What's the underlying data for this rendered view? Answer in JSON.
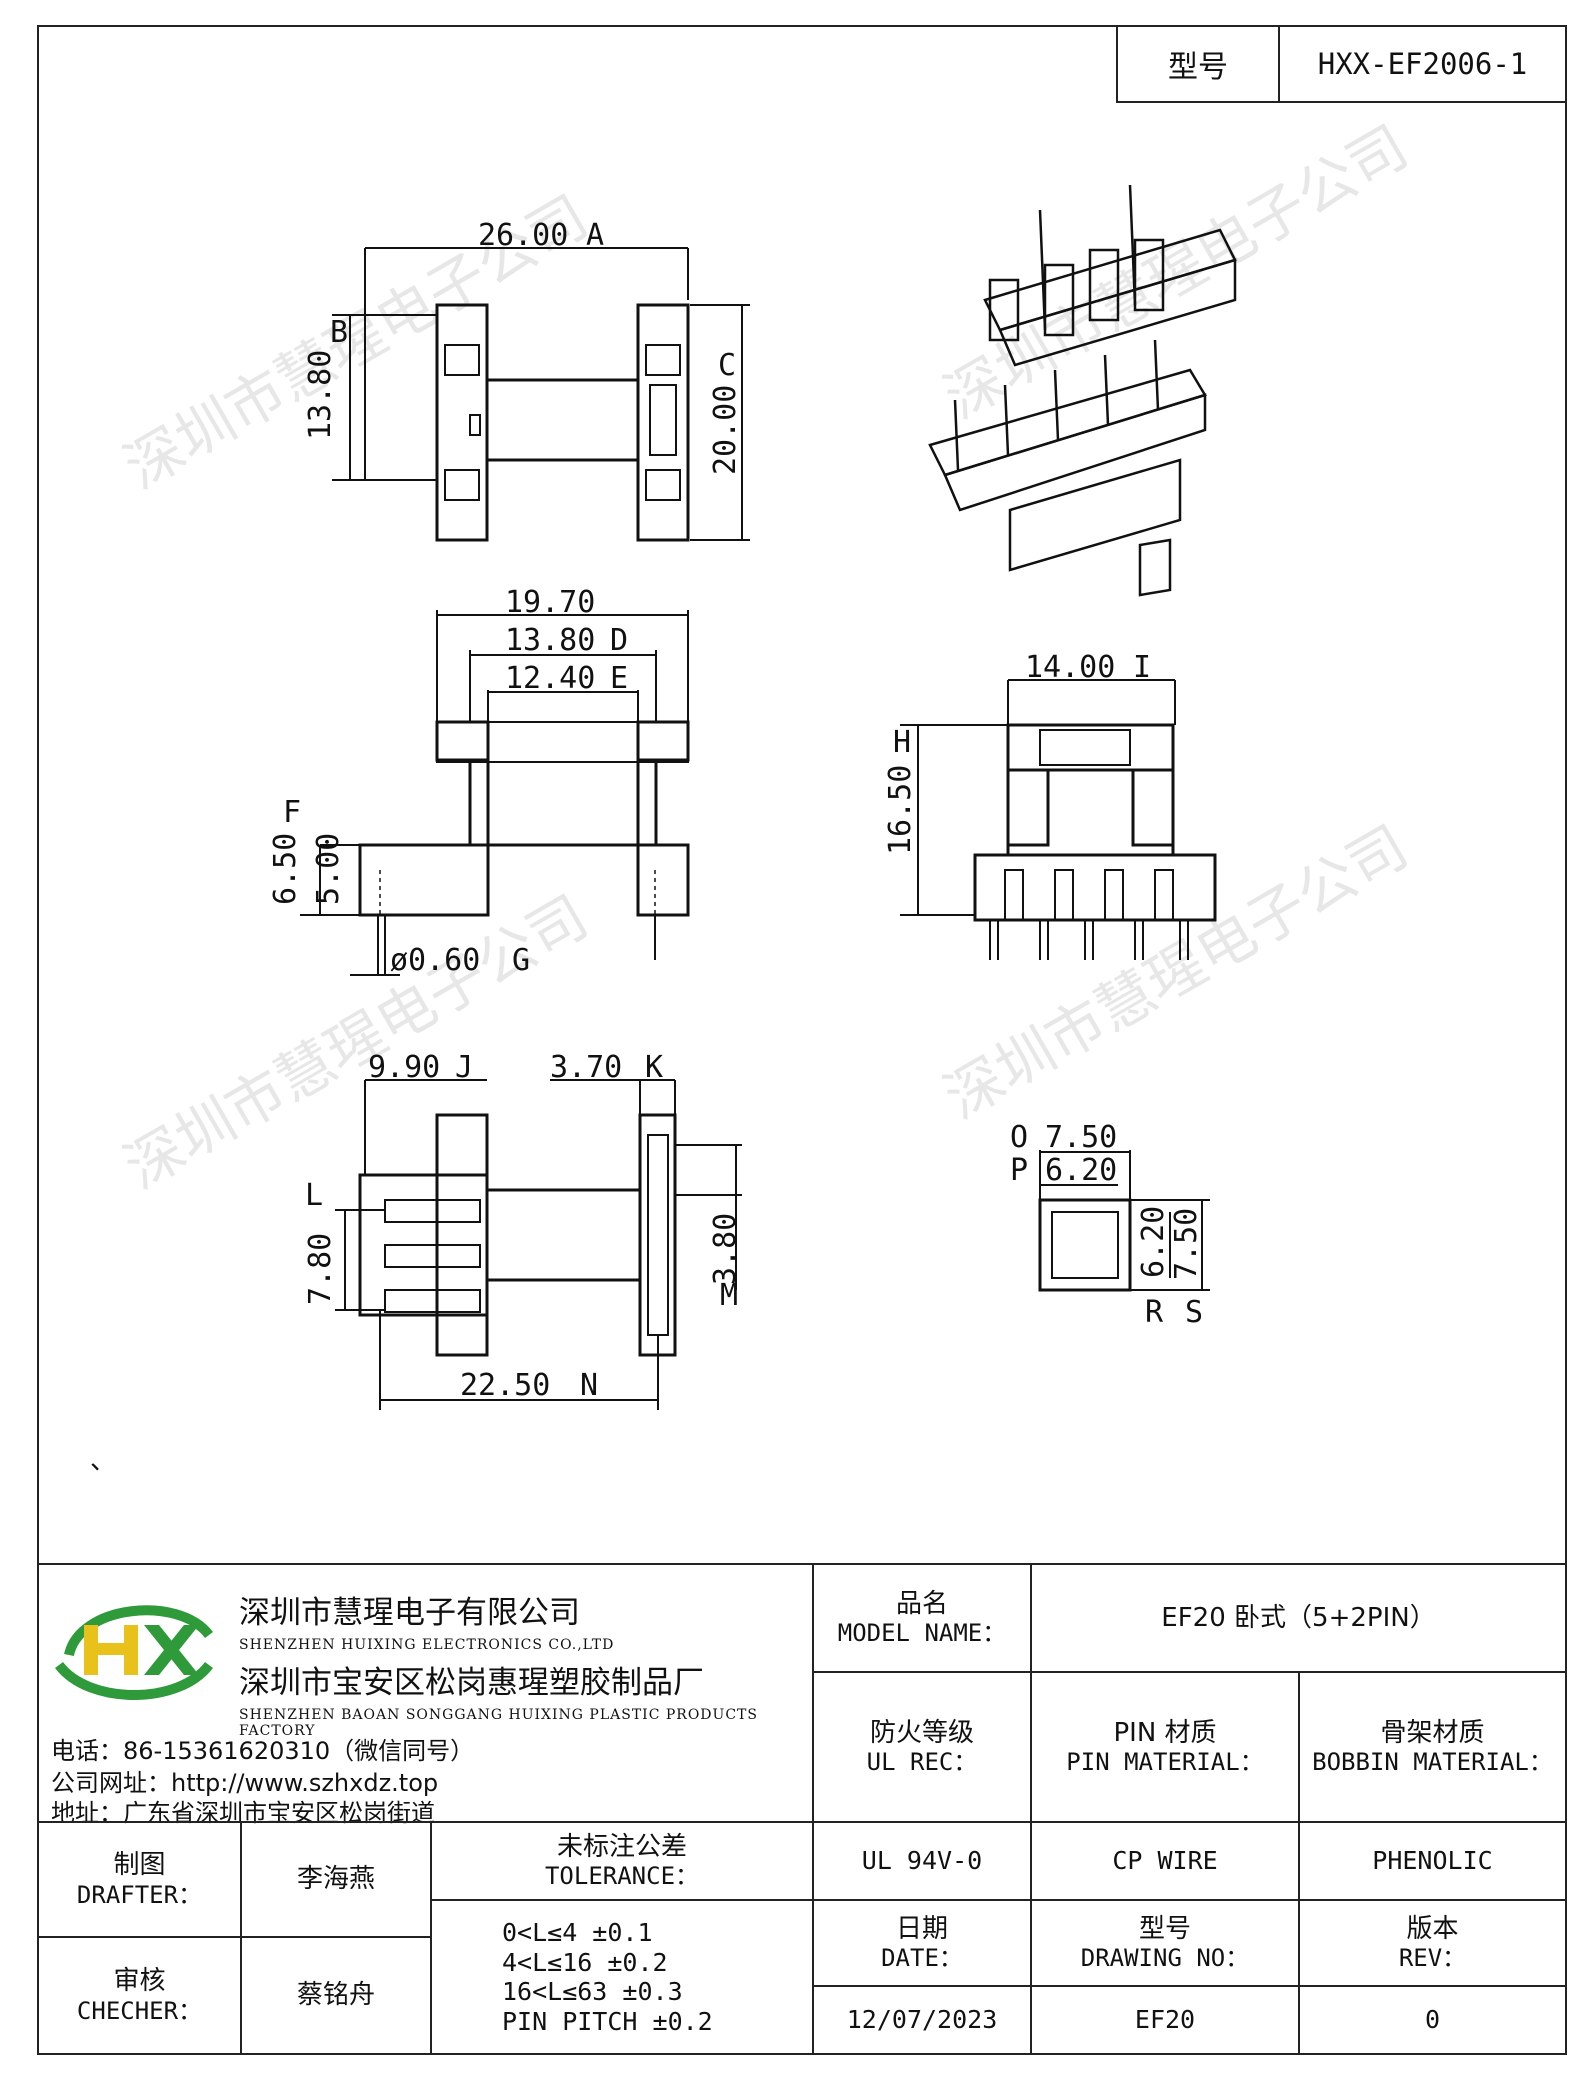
{
  "header": {
    "model_label": "型号",
    "model_value": "HXX-EF2006-1"
  },
  "drawing": {
    "dims": {
      "a": "26.00",
      "b": "13.80",
      "c": "20.00",
      "d_top": "19.70",
      "d": "13.80",
      "e": "12.40",
      "f": "6.50",
      "f_inner": "5.00",
      "g": "ø0.60",
      "h": "16.50",
      "i": "14.00",
      "j": "9.90",
      "k": "3.70",
      "l": "7.80",
      "m": "3.80",
      "n": "22.50",
      "o": "7.50",
      "p": "6.20",
      "r": "6.20",
      "s": "7.50"
    },
    "markers": {
      "a": "A",
      "b": "B",
      "c": "C",
      "d": "D",
      "e": "E",
      "f": "F",
      "g": "G",
      "h": "H",
      "i": "I",
      "j": "J",
      "k": "K",
      "l": "L",
      "m": "M",
      "n": "N",
      "o": "O",
      "p": "P",
      "r": "R",
      "s": "S"
    },
    "watermark": "深圳市慧瑆电子公司",
    "stray_mark": "、"
  },
  "company": {
    "name_cn": "深圳市慧瑆电子有限公司",
    "name_en": "SHENZHEN HUIXING ELECTRONICS CO.,LTD",
    "factory_cn": "深圳市宝安区松岗惠瑆塑胶制品厂",
    "factory_en": "SHENZHEN BAOAN SONGGANG HUIXING PLASTIC PRODUCTS FACTORY",
    "phone": "电话：86-15361620310（微信同号）",
    "website": "公司网址：http://www.szhxdz.top",
    "address": "地址：广东省深圳市宝安区松岗街道",
    "logo_text": "HX",
    "logo_colors": {
      "green": "#2e9a3a",
      "yellow": "#e8c21a"
    }
  },
  "titleblock": {
    "model_name_cn": "品名",
    "model_name_en": "MODEL NAME：",
    "model_name_value": "EF20 卧式（5+2PIN）",
    "ul_cn": "防火等级",
    "ul_en": "UL REC：",
    "pin_cn": "PIN 材质",
    "pin_en": "PIN MATERIAL：",
    "bobbin_cn": "骨架材质",
    "bobbin_en": "BOBBIN MATERIAL：",
    "ul_value": "UL 94V-0",
    "pin_value": "CP WIRE",
    "bobbin_value": "PHENOLIC",
    "drafter_cn": "制图",
    "drafter_en": "DRAFTER：",
    "drafter_name": "李海燕",
    "checker_cn": "审核",
    "checker_en": "CHECHER：",
    "checker_name": "蔡铭舟",
    "tolerance_cn": "未标注公差",
    "tolerance_en": "TOLERANCE：",
    "tolerance_lines": [
      "0<L≤4   ±0.1",
      "4<L≤16  ±0.2",
      "16<L≤63  ±0.3",
      "PIN PITCH ±0.2"
    ],
    "date_cn": "日期",
    "date_en": "DATE：",
    "date_value": "12/07/2023",
    "drawing_no_cn": "型号",
    "drawing_no_en": "DRAWING NO：",
    "drawing_no_value": "EF20",
    "rev_cn": "版本",
    "rev_en": "REV：",
    "rev_value": "0"
  }
}
